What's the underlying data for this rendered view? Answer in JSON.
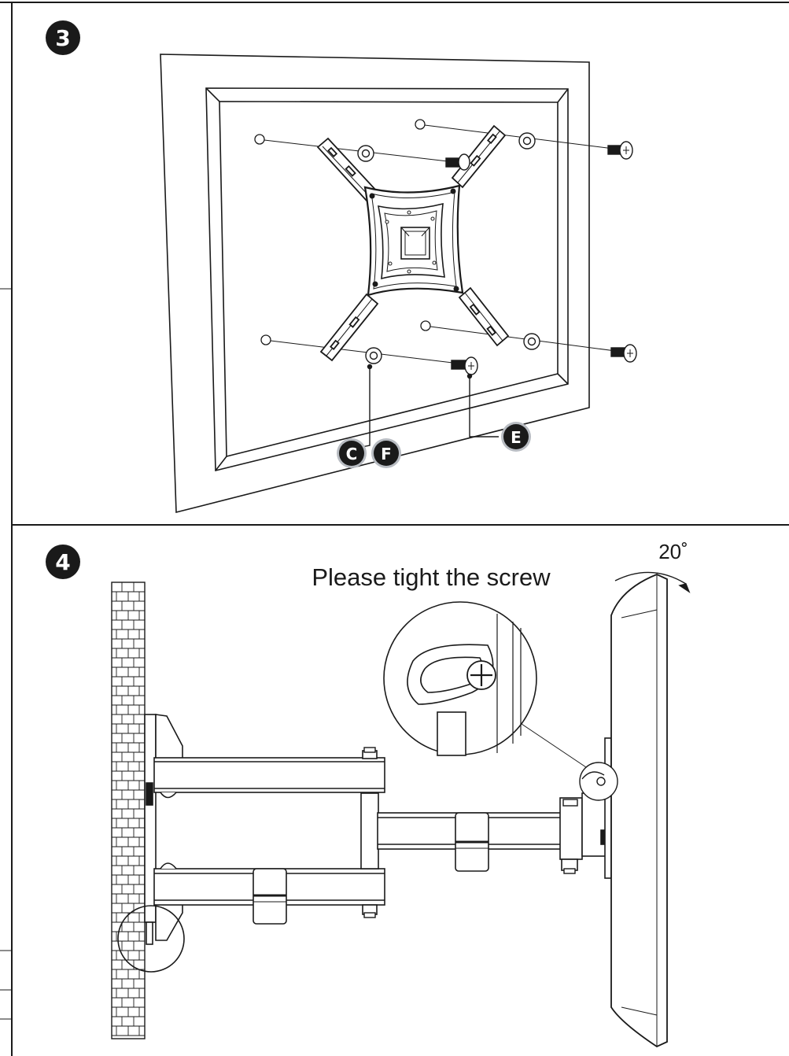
{
  "steps": [
    {
      "number": "3",
      "part_labels": {
        "c": "C",
        "f": "F",
        "e": "E"
      }
    },
    {
      "number": "4",
      "instruction": "Please tight the screw",
      "tilt_angle": "20˚"
    }
  ],
  "colors": {
    "ink": "#1a1a1a",
    "badge_outline": "#b8bcc2",
    "paper": "#ffffff"
  }
}
